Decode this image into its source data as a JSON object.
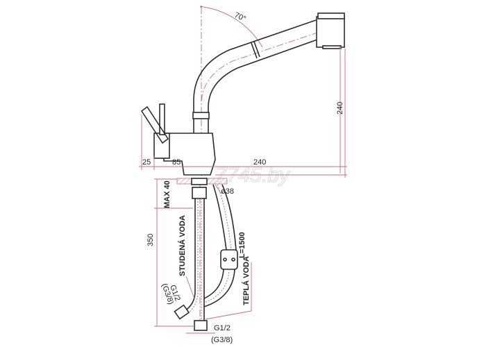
{
  "drawing": {
    "watermark": "7745.by",
    "angle_label": "70°",
    "spout_height_label": "240",
    "lever_offset_label": "25",
    "body_width_label": "85",
    "reach_label": "240",
    "max_thickness_label": "MAX 40",
    "hole_diameter_label": "ø38",
    "hose_length_label": "350",
    "cold_water_label": "STUDENÁ VODA",
    "hot_water_label": "TEPLÁ VODA",
    "flex_hose_label": "L=1500",
    "side_thread_label": "G1/2",
    "side_thread_alt_label": "(G3/8)",
    "bottom_thread_label": "G1/2",
    "bottom_thread_alt_label": "(G3/8)"
  },
  "colors": {
    "dimension": "#c0707a",
    "outline": "#2b2b2b",
    "hatch": "#d070c0"
  }
}
